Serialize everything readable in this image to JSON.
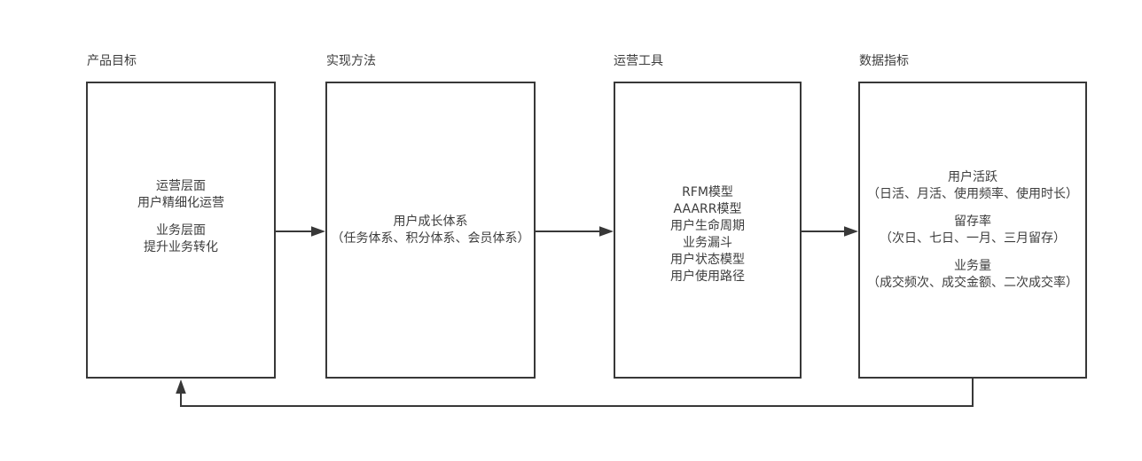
{
  "diagram": {
    "columns": [
      {
        "label": "产品目标",
        "groups": [
          [
            "运营层面",
            "用户精细化运营"
          ],
          [
            "业务层面",
            "提升业务转化"
          ]
        ]
      },
      {
        "label": "实现方法",
        "groups": [
          [
            "用户成长体系",
            "（任务体系、积分体系、会员体系）"
          ]
        ]
      },
      {
        "label": "运营工具",
        "groups": [
          [
            "RFM模型",
            "AAARR模型",
            "用户生命周期",
            "业务漏斗",
            "用户状态模型",
            "用户使用路径"
          ]
        ]
      },
      {
        "label": "数据指标",
        "groups": [
          [
            "用户活跃",
            "（日活、月活、使用频率、使用时长）"
          ],
          [
            "留存率",
            "（次日、七日、一月、三月留存）"
          ],
          [
            "业务量",
            "（成交频次、成交金额、二次成交率）"
          ]
        ]
      }
    ],
    "colors": {
      "line": "#383838",
      "text": "#3d3d3d",
      "background": "#ffffff"
    }
  }
}
